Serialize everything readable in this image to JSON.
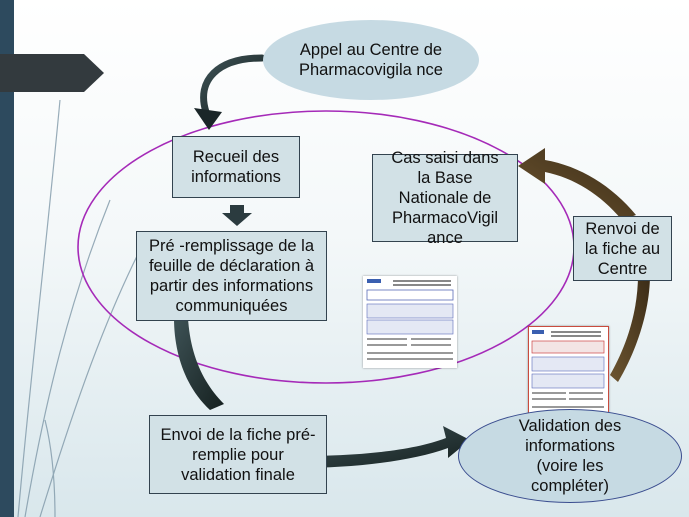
{
  "nodes": {
    "appel": "Appel au Centre de Pharmacovigila nce",
    "recueil": "Recueil des informations",
    "preremplissage": "Pré -remplissage de la feuille de déclaration à partir des informations communiquées",
    "cas_saisi": "Cas saisi dans la Base Nationale de PharmacoVigil ance",
    "renvoi": "Renvoi de la fiche au Centre",
    "envoi": "Envoi de la fiche pré-remplie pour validation finale",
    "validation": "Validation des informations (voire les compléter)"
  },
  "colors": {
    "big_ellipse": "#a52ab8",
    "arrow_dark": "#1f3033",
    "arrow_brown": "#4c3a1f",
    "box_fill": "#d2e1e6",
    "oval_fill": "#c6dae3",
    "left_bar": "#2d4a5e"
  }
}
